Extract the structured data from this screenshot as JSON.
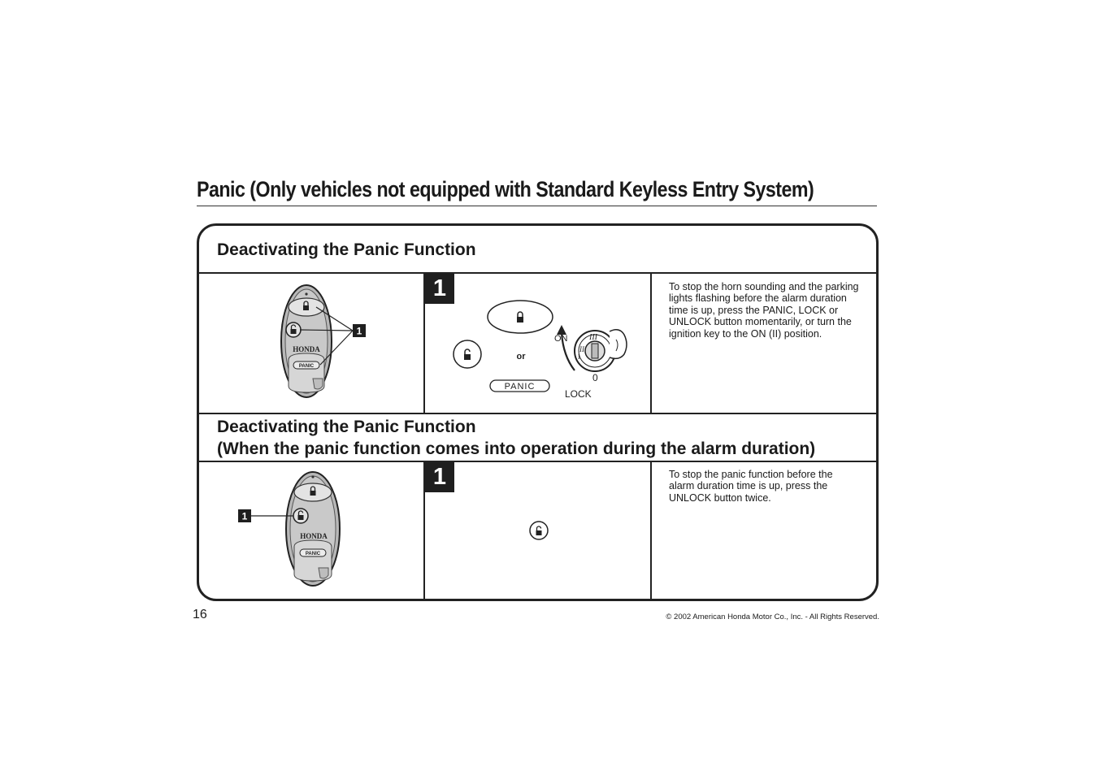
{
  "page": {
    "title": "Panic (Only vehicles not equipped with Standard Keyless Entry System)",
    "number": "16",
    "copyright": "© 2002 American Honda Motor Co., Inc. - All Rights Reserved."
  },
  "section1": {
    "heading": "Deactivating the Panic Function",
    "step": "1",
    "callout": "1",
    "remote_brand": "HONDA",
    "remote_panic_label": "PANIC",
    "or_label": "or",
    "panic_button_label": "PANIC",
    "ignition_on_label": "ON",
    "ignition_lock_label": "LOCK",
    "ignition_zero_label": "0",
    "description": "To stop the horn sounding and the parking lights flashing before the alarm duration time is up, press the PANIC, LOCK or UNLOCK button momentarily, or turn the ignition key to the ON (II) position."
  },
  "section2": {
    "heading_line1": "Deactivating the Panic Function",
    "heading_line2": "(When the panic function comes into operation during the alarm duration)",
    "step": "1",
    "callout": "1",
    "remote_brand": "HONDA",
    "remote_panic_label": "PANIC",
    "description": "To stop the panic function before the alarm duration time is up, press the UNLOCK button twice."
  }
}
